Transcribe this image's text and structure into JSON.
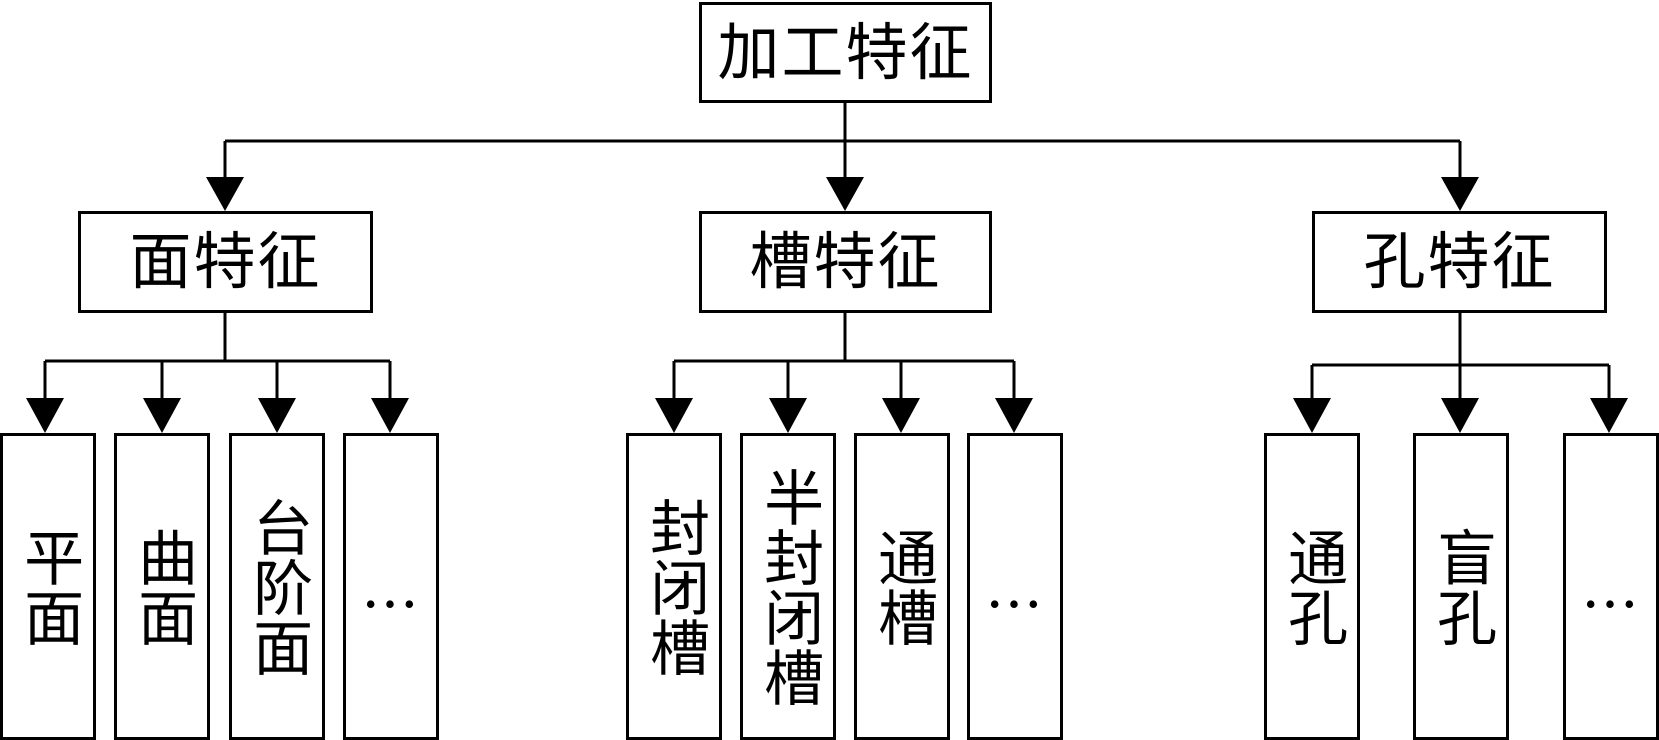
{
  "root": {
    "label": "加工特征"
  },
  "categories": [
    {
      "label": "面特征",
      "children": [
        {
          "label": "平面"
        },
        {
          "label": "曲面"
        },
        {
          "label": "台阶面"
        },
        {
          "label": "…"
        }
      ]
    },
    {
      "label": "槽特征",
      "children": [
        {
          "label": "封闭槽"
        },
        {
          "label": "半封闭槽"
        },
        {
          "label": "通槽"
        },
        {
          "label": "…"
        }
      ]
    },
    {
      "label": "孔特征",
      "children": [
        {
          "label": "通孔"
        },
        {
          "label": "盲孔"
        },
        {
          "label": "…"
        }
      ]
    }
  ],
  "colors": {
    "stroke": "#000000",
    "background": "#ffffff"
  }
}
